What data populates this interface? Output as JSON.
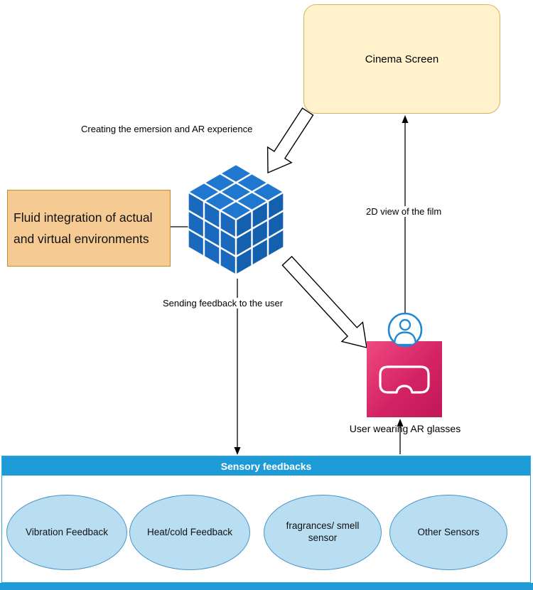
{
  "nodes": {
    "cinema_screen": "Cinema Screen",
    "integration_box": "Fluid integration of actual and virtual environments",
    "user_label": "User wearing AR glasses"
  },
  "annotations": {
    "creating": "Creating the emersion and AR experience",
    "view_2d": "2D view of the film",
    "sending": "Sending feedback to the user"
  },
  "sensory": {
    "title": "Sensory feedbacks",
    "items": [
      "Vibration Feedback",
      "Heat/cold Feedback",
      "fragrances/ smell sensor",
      "Other Sensors"
    ]
  },
  "icons": {
    "cube": "isometric-rubik-cube-icon",
    "person": "user-silhouette-icon",
    "goggles": "ar-goggles-icon"
  },
  "colors": {
    "cinema_fill": "#FFF2CC",
    "cinema_border": "#D6B656",
    "integration_fill": "#F5CB93",
    "integration_border": "#C98C2B",
    "cube_blue": "#1E72C8",
    "user_box": "#D42364",
    "person_blue": "#1E88D2",
    "header_blue": "#1D9BD7",
    "ellipse_fill": "#B9DEF2",
    "ellipse_border": "#4A95C9"
  }
}
